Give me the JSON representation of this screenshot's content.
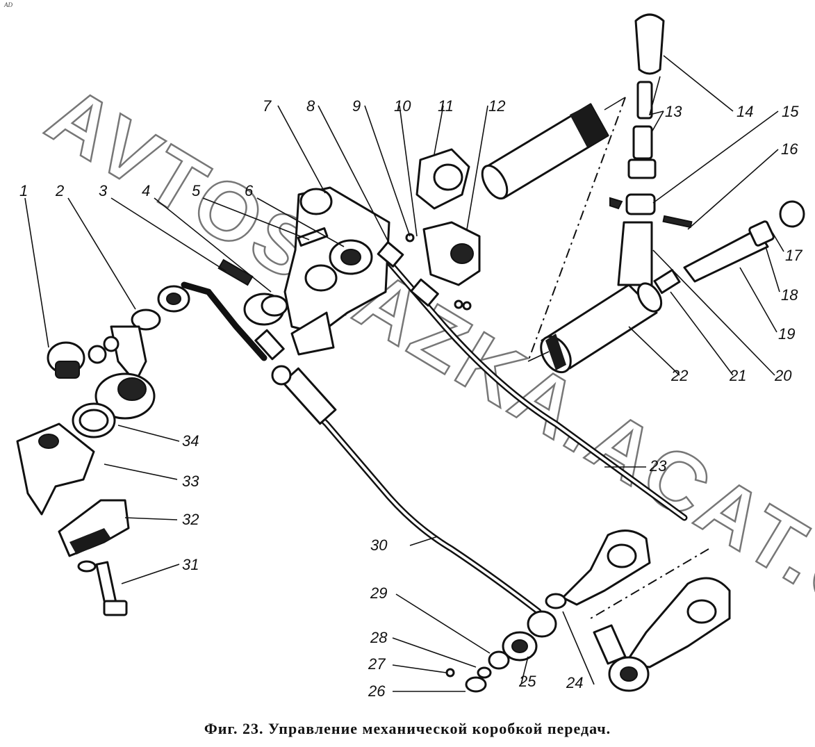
{
  "corner_mark": "AD",
  "caption": "Фиг. 23. Управление механической коробкой передач.",
  "watermark": "AVTOSKAZKA.ACAT.ONLINE",
  "callouts": [
    "1",
    "2",
    "3",
    "4",
    "5",
    "6",
    "7",
    "8",
    "9",
    "10",
    "11",
    "12",
    "13",
    "14",
    "15",
    "16",
    "17",
    "18",
    "19",
    "20",
    "21",
    "22",
    "23",
    "24",
    "25",
    "26",
    "27",
    "28",
    "29",
    "30",
    "31",
    "32",
    "33",
    "34"
  ],
  "colors": {
    "ink": "#111111",
    "paper": "#ffffff",
    "watermark_outline": "#777777"
  }
}
